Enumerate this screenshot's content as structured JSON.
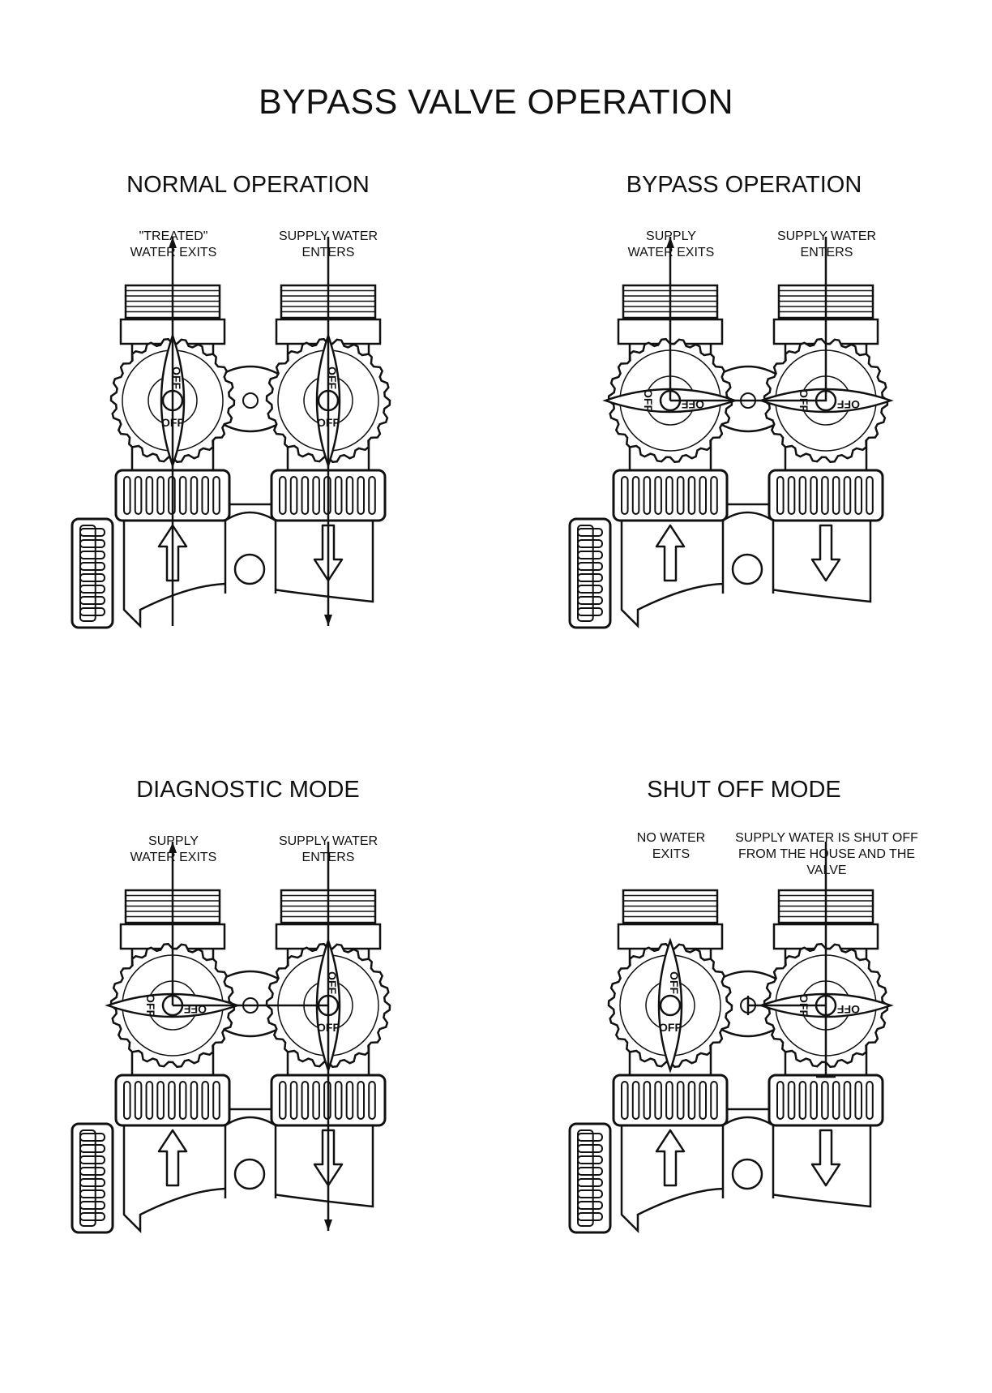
{
  "page_title": "BYPASS VALVE OPERATION",
  "colors": {
    "ink": "#111111",
    "body": "#ffffff"
  },
  "knob_text": "OFF",
  "panels": [
    {
      "id": "normal",
      "title": "NORMAL OPERATION",
      "left_label": [
        "\"TREATED\"",
        "WATER EXITS"
      ],
      "right_label": [
        "SUPPLY WATER",
        "ENTERS"
      ],
      "left_handle": "vertical",
      "right_handle": "vertical",
      "flow": "treated"
    },
    {
      "id": "bypass",
      "title": "BYPASS OPERATION",
      "left_label": [
        "SUPPLY",
        "WATER EXITS"
      ],
      "right_label": [
        "SUPPLY WATER",
        "ENTERS"
      ],
      "left_handle": "horizontal",
      "right_handle": "horizontal",
      "flow": "bypass"
    },
    {
      "id": "diagnostic",
      "title": "DIAGNOSTIC MODE",
      "left_label": [
        "SUPPLY",
        "WATER EXITS"
      ],
      "right_label": [
        "SUPPLY WATER",
        "ENTERS"
      ],
      "left_handle": "horizontal",
      "right_handle": "vertical",
      "flow": "diagnostic"
    },
    {
      "id": "shutoff",
      "title": "SHUT OFF MODE",
      "left_label": [
        "NO WATER",
        "EXITS"
      ],
      "right_label": [
        "SUPPLY WATER IS SHUT OFF",
        "FROM THE HOUSE AND THE",
        "VALVE"
      ],
      "left_handle": "vertical",
      "right_handle": "horizontal",
      "flow": "shutoff"
    }
  ]
}
